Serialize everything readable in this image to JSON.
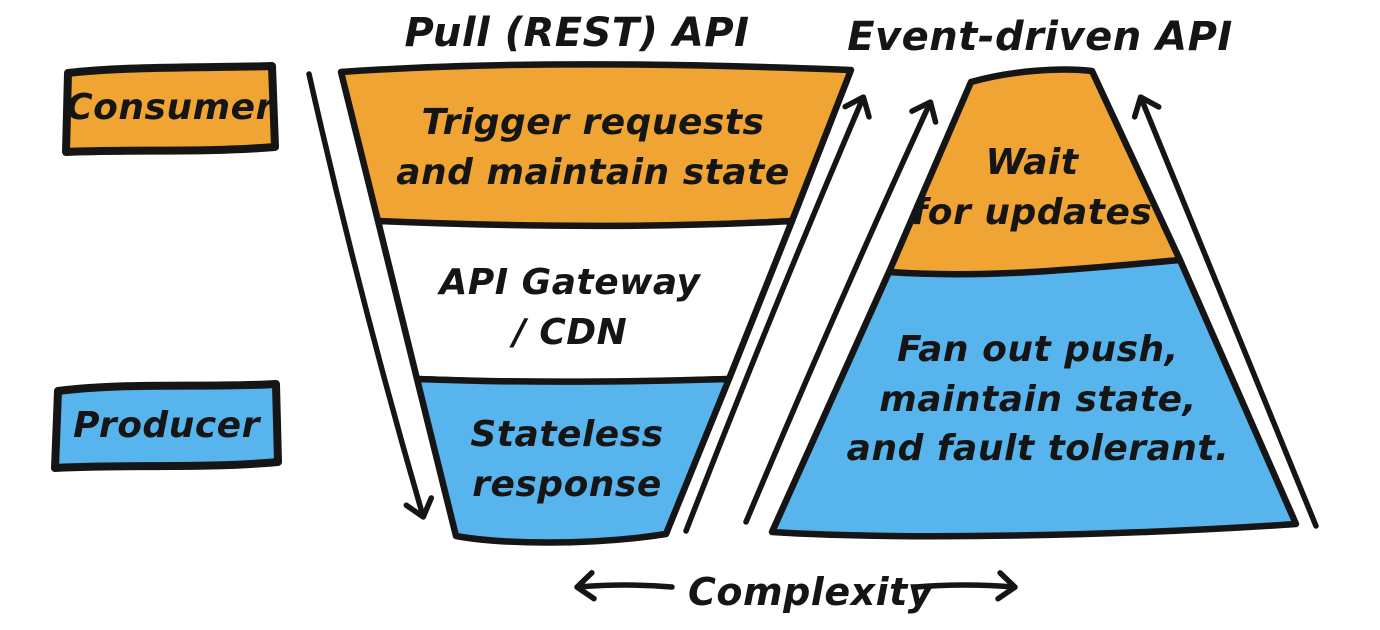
{
  "colors": {
    "consumer": "#F0A433",
    "producer": "#57B4EC",
    "gateway": "#FFFFFF",
    "ink": "#151515",
    "background": "#FFFFFF"
  },
  "legend": {
    "consumer_label": "Consumer",
    "producer_label": "Producer"
  },
  "left_diagram": {
    "title": "Pull (REST) API",
    "shape": "inverted-trapezoid-funnel",
    "sections": [
      {
        "name": "consumer",
        "label": "Trigger requests\nand maintain state"
      },
      {
        "name": "gateway",
        "label": "API Gateway\n/ CDN"
      },
      {
        "name": "producer",
        "label": "Stateless\nresponse"
      }
    ]
  },
  "right_diagram": {
    "title": "Event-driven API",
    "shape": "trapezoid-pyramid",
    "sections": [
      {
        "name": "consumer",
        "label": "Wait\nfor updates"
      },
      {
        "name": "producer",
        "label": "Fan out push,\nmaintain state,\nand fault tolerant."
      }
    ]
  },
  "axis": {
    "label": "Complexity"
  }
}
